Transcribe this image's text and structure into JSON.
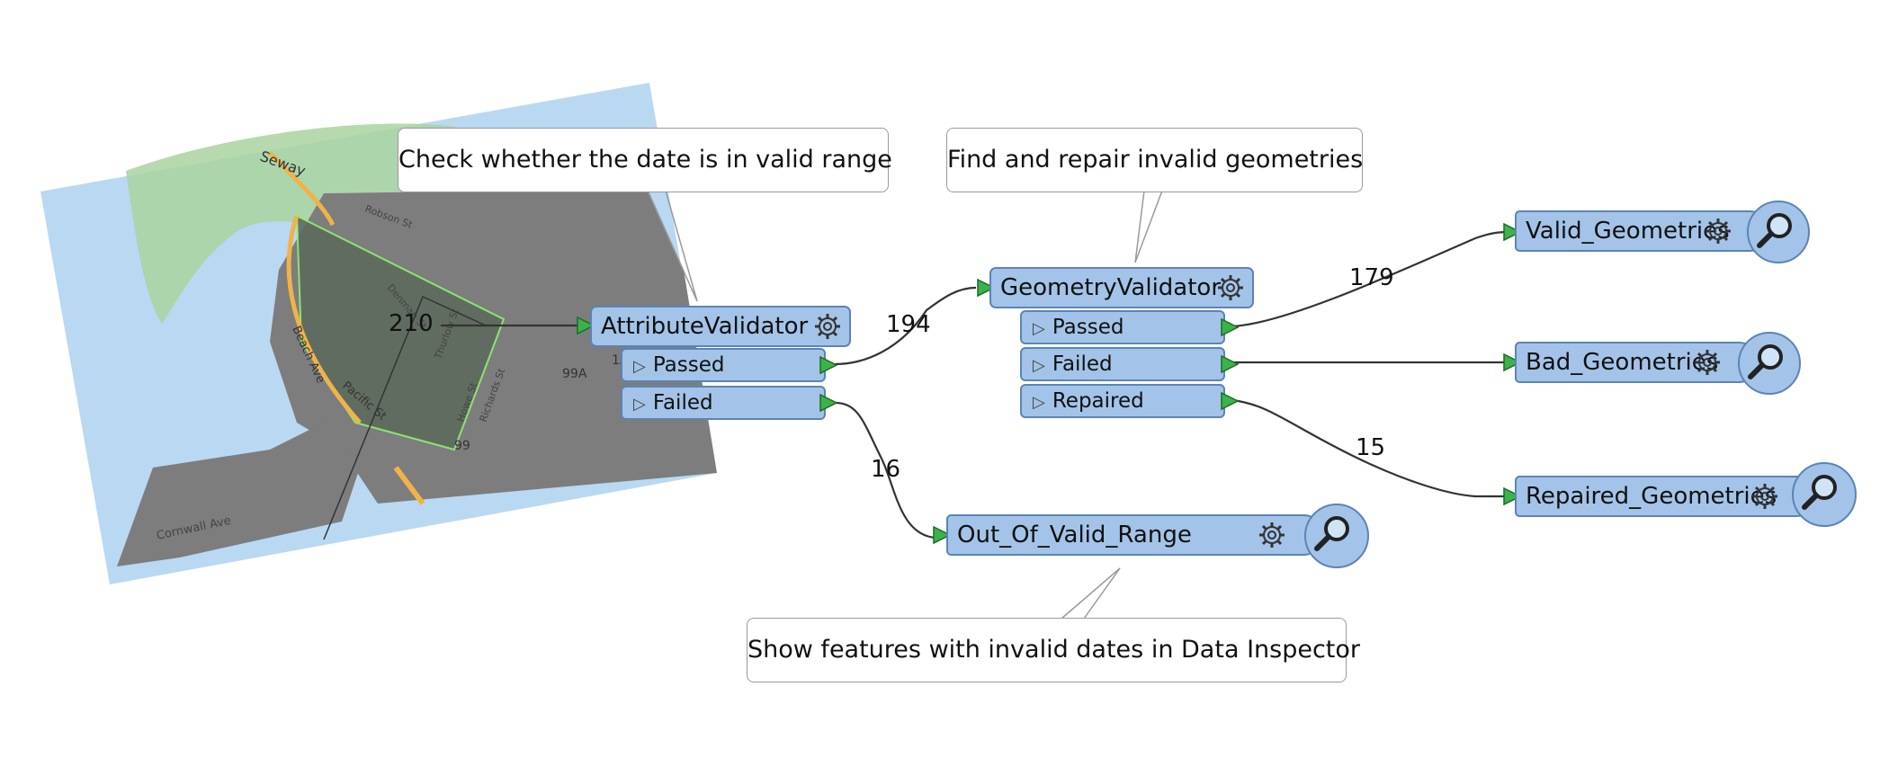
{
  "annotations": {
    "attribute_note": "Check whether the date is in valid range",
    "geometry_note": "Find and repair invalid geometries",
    "inspector_note": "Show features with invalid dates in Data Inspector"
  },
  "transformers": {
    "attribute_validator": {
      "name": "AttributeValidator",
      "ports": [
        "Passed",
        "Failed"
      ]
    },
    "geometry_validator": {
      "name": "GeometryValidator",
      "ports": [
        "Passed",
        "Failed",
        "Repaired"
      ]
    }
  },
  "inspectors": {
    "valid": "Valid_Geometries",
    "bad": "Bad_Geometries",
    "repaired": "Repaired_Geometries",
    "out_of_range": "Out_Of_Valid_Range"
  },
  "counts": {
    "input": "210",
    "attr_passed": "194",
    "attr_failed": "16",
    "geom_passed": "179",
    "geom_repaired": "15"
  },
  "map": {
    "labels": [
      "Seway",
      "Robson St",
      "Beach Ave",
      "Pacific St",
      "Denman St",
      "Thurlow St",
      "Howe St",
      "Richards St",
      "Cornwall Ave",
      "99A",
      "99",
      "1A"
    ]
  },
  "colors": {
    "node_fill": "#a3c4e8",
    "node_border": "#5b84b6",
    "port_arrow": "#3cb34a",
    "water": "#b9d9f2",
    "park": "#a9d3a0",
    "city": "#7d7d7d"
  }
}
